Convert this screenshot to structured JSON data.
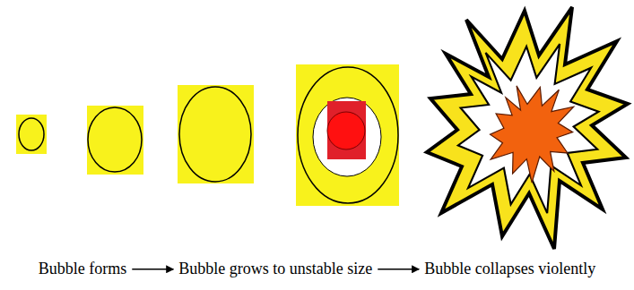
{
  "diagram": {
    "nodes": [
      {
        "text": [
          "Bubble forms"
        ]
      },
      {
        "text": [
          "Bubble grows to unstable size"
        ]
      },
      {
        "text": [
          "Bubble collapses violently"
        ]
      }
    ],
    "edges": [
      {
        "from": 0,
        "to": 1,
        "arrow": "to"
      },
      {
        "from": 1,
        "to": 2,
        "arrow": "to"
      }
    ]
  }
}
